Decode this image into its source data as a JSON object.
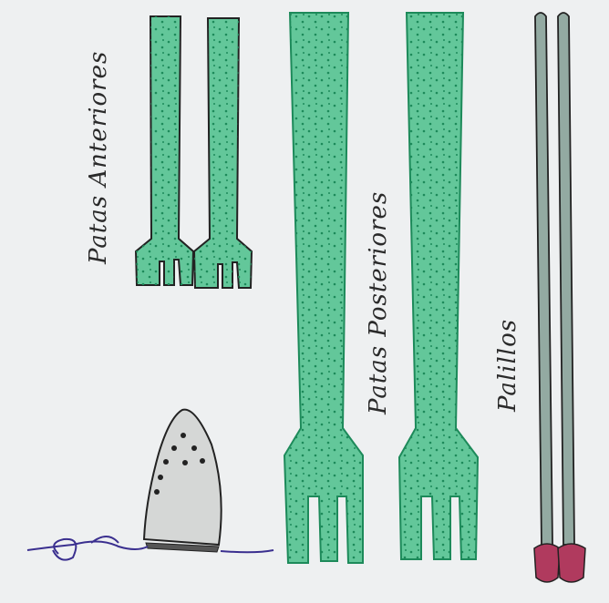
{
  "labels": {
    "front_legs": "Patas Anteriores",
    "hind_legs": "Patas Posteriores",
    "sticks": "Palillos"
  },
  "colors": {
    "paper": "#eef0f1",
    "leg_fill": "#63c79a",
    "leg_dots": "#1d8a5a",
    "ink": "#222222",
    "stick_fill": "#93aaa2",
    "stick_tip": "#b03a5e",
    "iron_fill": "#d5d7d6",
    "cord": "#3a2f8f"
  },
  "icons": [
    "iron-icon",
    "knitting-needle-icon",
    "leg-pattern-piece"
  ]
}
